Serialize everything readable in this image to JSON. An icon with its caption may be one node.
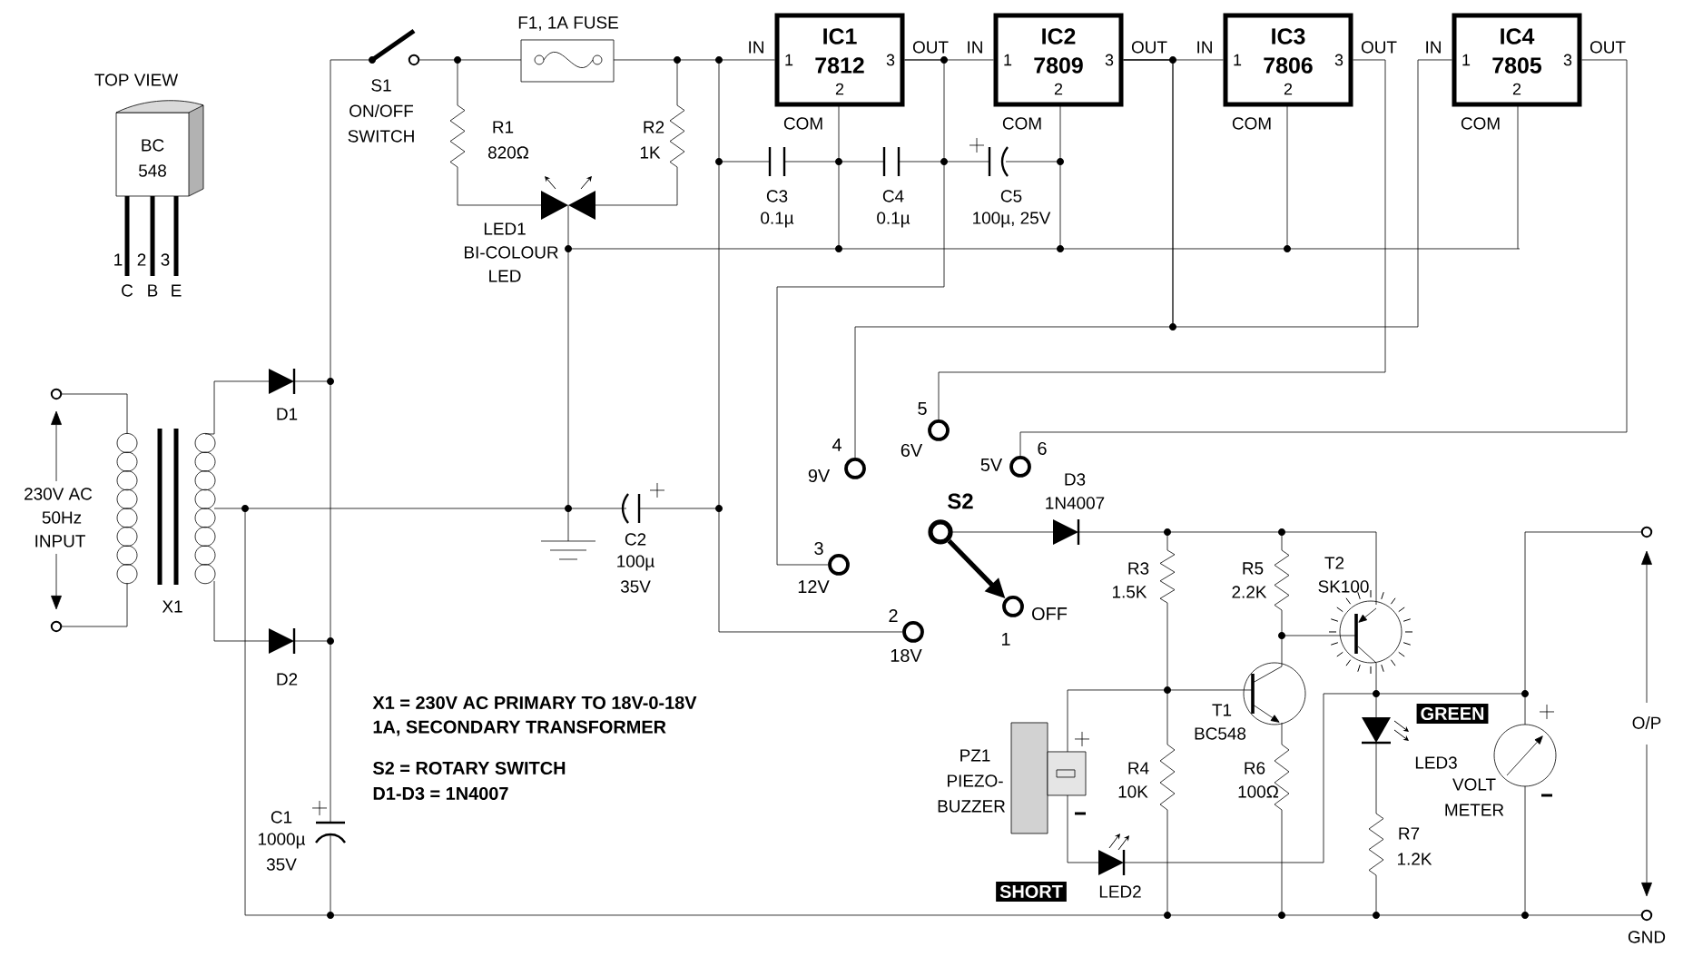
{
  "diagram": {
    "nodes": [
      {
        "text": [
          "IC1",
          "1",
          "7812",
          "3",
          "2"
        ],
        "beside": [
          "IN",
          "OUT",
          "COM"
        ]
      },
      {
        "text": [
          "IC2",
          "1",
          "7809",
          "3",
          "2"
        ],
        "beside": [
          "IN",
          "OUT",
          "COM"
        ]
      },
      {
        "text": [
          "IC3",
          "1",
          "7806",
          "3",
          "2"
        ],
        "beside": [
          "IN",
          "OUT",
          "COM"
        ]
      },
      {
        "text": [
          "IC4",
          "1",
          "7805",
          "3",
          "2"
        ],
        "beside": [
          "IN",
          "OUT",
          "COM"
        ]
      },
      {
        "text": [],
        "shape": "circle",
        "beside": [
          "4",
          "9V"
        ]
      },
      {
        "text": [],
        "shape": "circle",
        "beside": [
          "5",
          "6V"
        ]
      },
      {
        "text": [],
        "shape": "circle",
        "beside": [
          "6",
          "5V"
        ]
      },
      {
        "text": [],
        "shape": "circle",
        "beside": [
          "3",
          "12V"
        ]
      },
      {
        "text": [],
        "shape": "circle",
        "beside": [
          "2",
          "18V"
        ]
      },
      {
        "text": [],
        "shape": "circle",
        "beside": [
          "1",
          "OFF"
        ]
      },
      {
        "text": [],
        "shape": "circle",
        "beside": [
          "S2"
        ]
      }
    ],
    "edges": [
      {
        "from": 0,
        "to": 1,
        "arrow": "none"
      },
      {
        "from": 1,
        "to": 2,
        "arrow": "none"
      },
      {
        "from": 1,
        "to": 3,
        "arrow": "none"
      },
      {
        "from": 1,
        "to": 4,
        "arrow": "none"
      },
      {
        "from": 2,
        "to": 5,
        "arrow": "none"
      },
      {
        "from": 3,
        "to": 6,
        "arrow": "none"
      },
      {
        "from": 0,
        "to": 7,
        "arrow": "none"
      },
      {
        "from": 0,
        "to": 8,
        "arrow": "none"
      },
      {
        "from": 10,
        "to": 9,
        "arrow": "to",
        "style": "thick"
      }
    ],
    "labels": [
      "TOP VIEW",
      "BC",
      "548",
      "1",
      "2",
      "3",
      "C",
      "B",
      "E",
      "S1",
      "ON/OFF",
      "SWITCH",
      "F1, 1A FUSE",
      "R1",
      "820Ω",
      "R2",
      "1K",
      "LED1",
      "BI-COLOUR",
      "LED",
      "C3",
      "0.1µ",
      "C4",
      "0.1µ",
      "C5",
      "100µ, 25V",
      "D1",
      "230V AC",
      "50Hz",
      "INPUT",
      "X1",
      "C2",
      "100µ",
      "35V",
      "D2",
      "D3",
      "1N4007",
      "R3",
      "1.5K",
      "R5",
      "2.2K",
      "T2",
      "SK100",
      "X1 = 230V AC PRIMARY TO 18V-0-18V",
      "1A, SECONDARY TRANSFORMER",
      "S2 = ROTARY SWITCH",
      "D1-D3 = 1N4007",
      "T1",
      "BC548",
      "GREEN",
      "PZ1",
      "PIEZO-",
      "BUZZER",
      "R4",
      "10K",
      "R6",
      "100Ω",
      "LED3",
      "VOLT",
      "METER",
      "O/P",
      "C1",
      "1000µ",
      "35V",
      "R7",
      "1.2K",
      "SHORT",
      "LED2",
      "GND"
    ]
  }
}
